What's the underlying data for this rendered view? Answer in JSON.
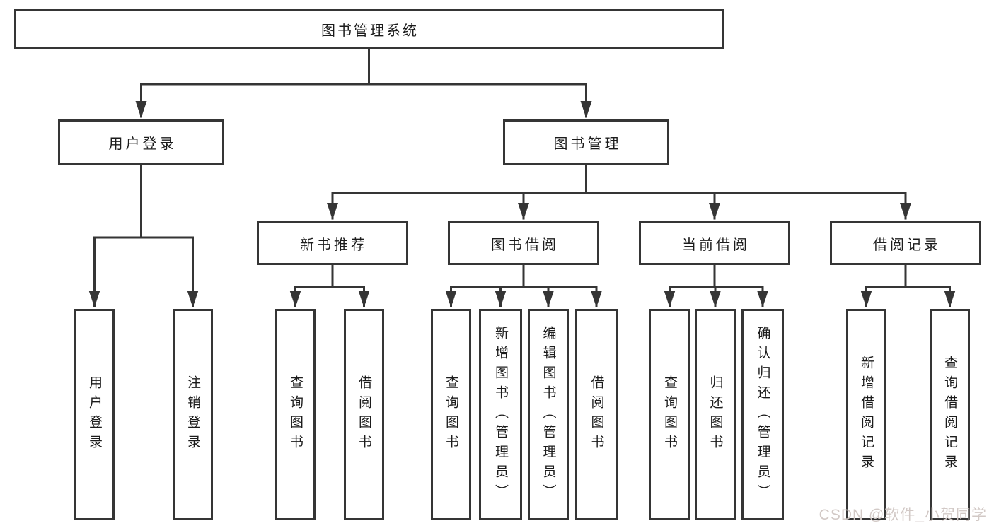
{
  "diagram": {
    "title": "图书管理系统",
    "root": {
      "label": "图书管理系统",
      "children": [
        {
          "label": "用户登录",
          "children": [
            {
              "label": "用户登录"
            },
            {
              "label": "注销登录"
            }
          ]
        },
        {
          "label": "图书管理",
          "children": [
            {
              "label": "新书推荐",
              "children": [
                {
                  "label": "查询图书"
                },
                {
                  "label": "借阅图书"
                }
              ]
            },
            {
              "label": "图书借阅",
              "children": [
                {
                  "label": "查询图书"
                },
                {
                  "label": "新增图书（管理员）"
                },
                {
                  "label": "编辑图书（管理员）"
                },
                {
                  "label": "借阅图书"
                }
              ]
            },
            {
              "label": "当前借阅",
              "children": [
                {
                  "label": "查询图书"
                },
                {
                  "label": "归还图书"
                },
                {
                  "label": "确认归还（管理员）"
                }
              ]
            },
            {
              "label": "借阅记录",
              "children": [
                {
                  "label": "新增借阅记录"
                },
                {
                  "label": "查询借阅记录"
                }
              ]
            }
          ]
        }
      ]
    },
    "watermark": "CSDN @软件_小贺同学",
    "colors": {
      "line": "#353535",
      "text": "#1c1c1c",
      "background": "#ffffff",
      "watermark": "#d2c9c6"
    }
  }
}
